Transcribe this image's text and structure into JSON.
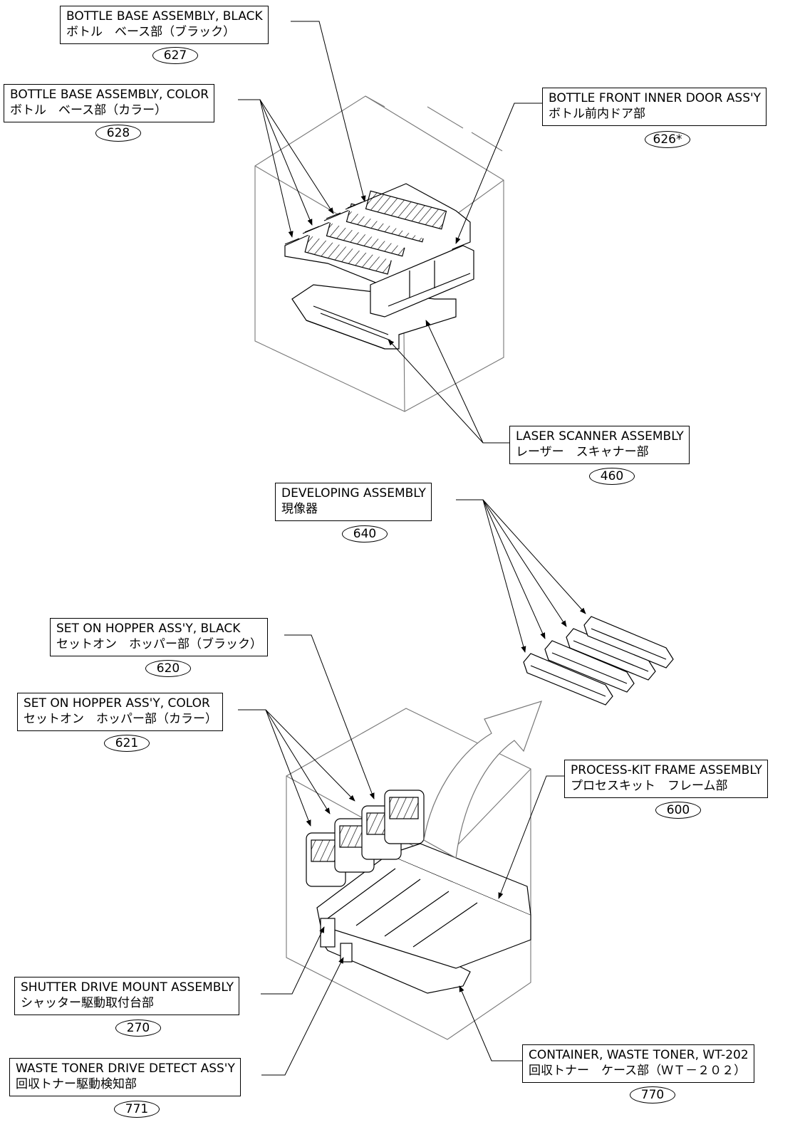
{
  "callouts": {
    "c627": {
      "en": "BOTTLE BASE ASSEMBLY, BLACK",
      "jp": "ボトル　ベース部（ブラック）",
      "num": "627"
    },
    "c628": {
      "en": "BOTTLE BASE ASSEMBLY, COLOR",
      "jp": "ボトル　ベース部（カラー）",
      "num": "628"
    },
    "c626": {
      "en": "BOTTLE FRONT INNER DOOR ASS'Y",
      "jp": "ボトル前内ドア部",
      "num": "626*"
    },
    "c460": {
      "en": "LASER SCANNER ASSEMBLY",
      "jp": "レーザー　スキャナー部",
      "num": "460"
    },
    "c640": {
      "en": "DEVELOPING ASSEMBLY",
      "jp": "現像器",
      "num": "640"
    },
    "c620": {
      "en": "SET ON HOPPER ASS'Y, BLACK",
      "jp": "セットオン　ホッパー部（ブラック）",
      "num": "620"
    },
    "c621": {
      "en": "SET ON HOPPER ASS'Y, COLOR",
      "jp": "セットオン　ホッパー部（カラー）",
      "num": "621"
    },
    "c600": {
      "en": "PROCESS-KIT FRAME ASSEMBLY",
      "jp": "プロセスキット　フレーム部",
      "num": "600"
    },
    "c270": {
      "en": "SHUTTER DRIVE MOUNT ASSEMBLY",
      "jp": "シャッター駆動取付台部",
      "num": "270"
    },
    "c771": {
      "en": "WASTE TONER DRIVE DETECT ASS'Y",
      "jp": "回収トナー駆動検知部",
      "num": "771"
    },
    "c770": {
      "en": "CONTAINER, WASTE TONER, WT-202",
      "jp": "回収トナー　ケース部（ＷＴ－２０２）",
      "num": "770"
    }
  }
}
